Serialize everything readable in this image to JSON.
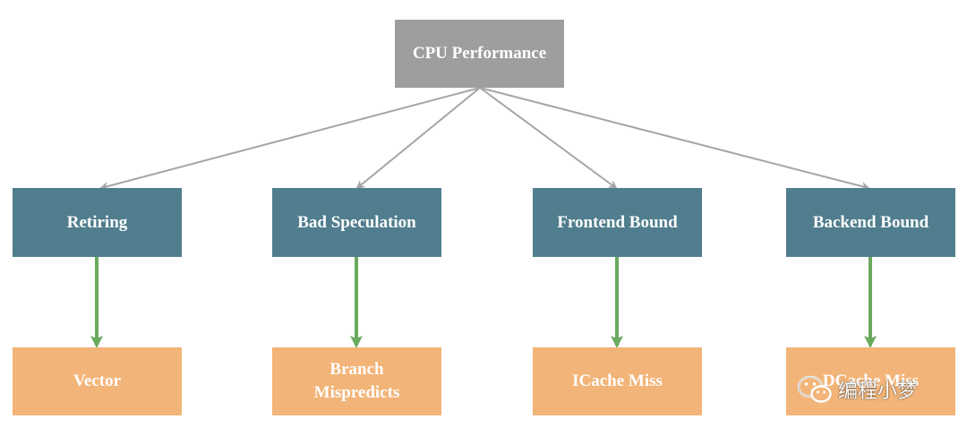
{
  "root": {
    "label": "CPU Performance"
  },
  "categories": [
    {
      "label": "Retiring",
      "child": "Vector"
    },
    {
      "label": "Bad Speculation",
      "child": "Branch\nMispredicts"
    },
    {
      "label": "Frontend Bound",
      "child": "ICache Miss"
    },
    {
      "label": "Backend Bound",
      "child": "DCache Miss"
    }
  ],
  "watermark": {
    "text": "编程小梦",
    "icon": "wechat-icon"
  },
  "colors": {
    "root": "#9e9e9e",
    "category": "#507e8e",
    "leaf": "#f2b478",
    "root_edge": "#a5a5a5",
    "leaf_edge": "#6aaa5f"
  }
}
